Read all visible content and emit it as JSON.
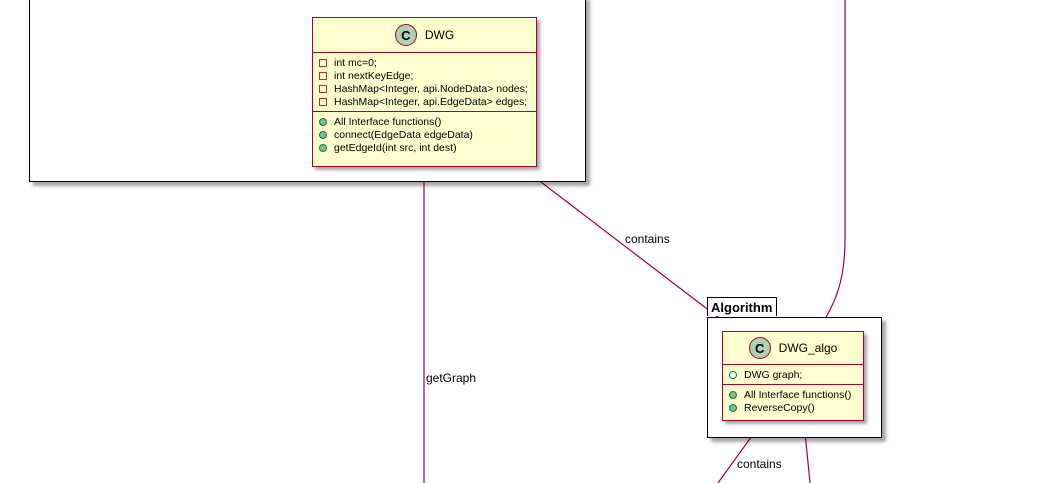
{
  "classes": {
    "dwg": {
      "badge": "C",
      "name": "DWG",
      "fields": [
        "int mc=0;",
        "int nextKeyEdge;",
        "HashMap<Integer, api.NodeData> nodes;",
        "HashMap<Integer, api.EdgeData> edges;"
      ],
      "methods": [
        "All Interface functions()",
        "connect(EdgeData edgeData)",
        "getEdgeId(int src, int dest)"
      ]
    },
    "dwg_algo": {
      "badge": "C",
      "name": "DWG_algo",
      "fields": [
        "DWG graph;"
      ],
      "methods": [
        "All Interface functions()",
        "ReverseCopy()"
      ]
    }
  },
  "packages": {
    "algorithm": "Algorithm"
  },
  "edges": {
    "contains_top": "contains",
    "get_graph": "getGraph",
    "contains_bottom": "contains"
  },
  "colors": {
    "class_fill": "#FEFECE",
    "class_border": "#A80036",
    "badge_fill": "#ADD1B2",
    "arrow": "#A80036"
  }
}
